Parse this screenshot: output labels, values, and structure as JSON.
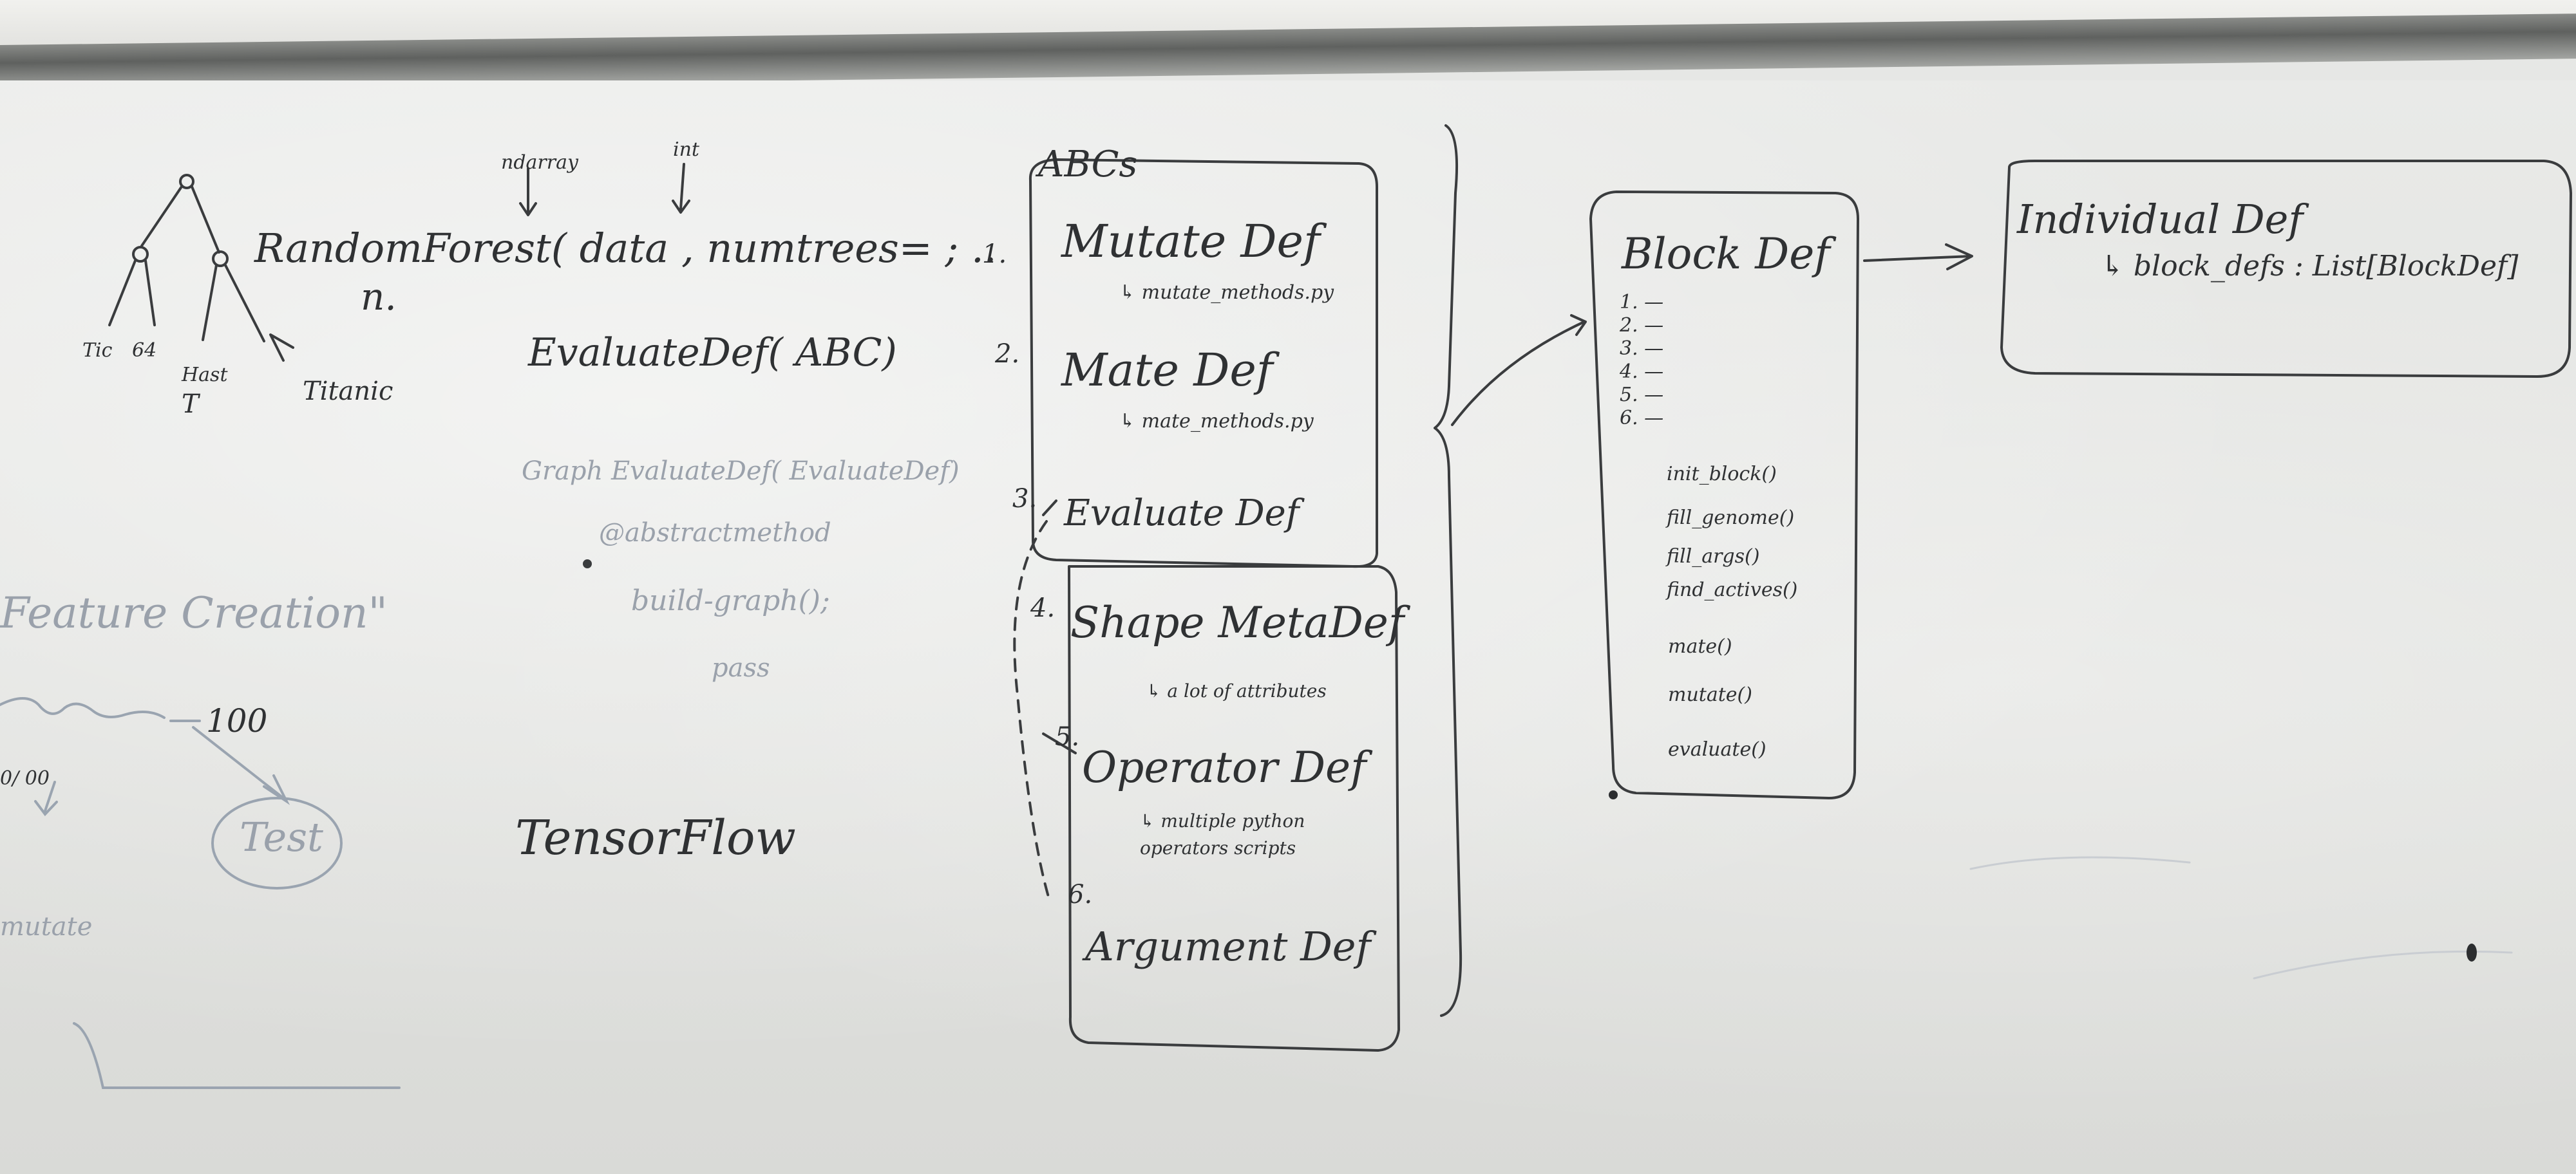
{
  "tree_sketch": {
    "leaf_labels": [
      "Tic",
      "64",
      "Hast",
      "Titanic",
      "T"
    ]
  },
  "random_forest": {
    "call": "RandomForest( data , numtrees= ; ..",
    "n_label": "n.",
    "annotation_ndarray": "ndarray",
    "annotation_int": "int"
  },
  "evaluate_section": {
    "evaluate_def": "EvaluateDef( ABC)",
    "graph_evaluate_def": "Graph EvaluateDef( EvaluateDef)",
    "abstractmethod": "@abstractmethod",
    "build_graph": "build-graph();",
    "pass": "pass",
    "tensorflow": "TensorFlow"
  },
  "left_faint": {
    "creation": "Feature Creation\"",
    "hundred": "100",
    "test": "Test",
    "ratio": "0/ 00",
    "mutate": "mutate"
  },
  "abcs": {
    "heading": "ABCs",
    "items": [
      {
        "num": "1.",
        "name": "Mutate Def",
        "note": "↳ mutate_methods.py"
      },
      {
        "num": "2.",
        "name": "Mate Def",
        "note": "↳ mate_methods.py"
      },
      {
        "num": "3.",
        "name": "Evaluate Def",
        "note": ""
      },
      {
        "num": "4.",
        "name": "Shape MetaDef",
        "note": "↳ a lot of attributes"
      },
      {
        "num": "5.",
        "name": "Operator Def",
        "note": "↳ multiple python operators scripts"
      },
      {
        "num": "6.",
        "name": "Argument Def",
        "note": ""
      }
    ]
  },
  "block_def": {
    "title": "Block Def",
    "numbered": [
      "1. —",
      "2. —",
      "3. —",
      "4. —",
      "5. —",
      "6. —"
    ],
    "methods": [
      "init_block()",
      "fill_genome()",
      "fill_args()",
      "find_actives()",
      "mate()",
      "mutate()",
      "evaluate()"
    ]
  },
  "individual_def": {
    "title": "Individual Def",
    "field": "↳ block_defs : List[BlockDef]"
  }
}
